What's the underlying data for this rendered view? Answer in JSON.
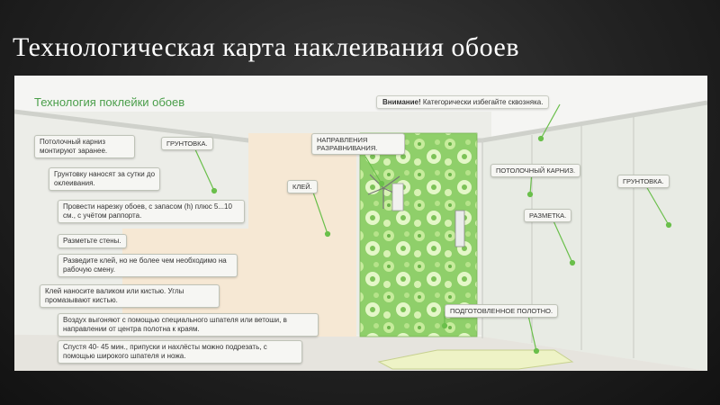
{
  "slide_title": "Технологическая карта  наклеивания обоев",
  "panel": {
    "heading": "Технология поклейки обоев",
    "warning_bold": "Внимание!",
    "warning_text": " Категорически избегайте сквозняка.",
    "steps": [
      "Потолочный карниз монтируют заранее.",
      "Грунтовку наносят за сутки до оклеивания.",
      "Провести нарезку обоев, с запасом (h) плюс 5...10 см., с учётом раппорта.",
      "Разметьте стены.",
      "Разведите клей, но не более чем необходимо на рабочую смену.",
      "Клей наносите валиком или кистью. Углы промазывают кистью.",
      "Воздух  выгоняют с помощью специального шпателя или ветоши, в направлении от центра полотна к краям.",
      "Спустя 40- 45 мин., припуски и нахлёсты можно подрезать, с помощью широкого шпателя и ножа."
    ],
    "labels": {
      "primer_left": "ГРУНТОВКА.",
      "glue": "КЛЕЙ.",
      "directions": "НАПРАВЛЕНИЯ РАЗРАВНИВАНИЯ.",
      "cornice": "ПОТОЛОЧНЫЙ КАРНИЗ.",
      "primer_right": "ГРУНТОВКА.",
      "marking": "РАЗМЕТКА.",
      "prepared_sheet": "ПОДГОТОВЛЕННОЕ ПОЛОТНО."
    },
    "colors": {
      "accent_green": "#6abf4b",
      "wallpaper_green": "#8fcf6a",
      "glue_tint": "#f6e8d4"
    }
  }
}
